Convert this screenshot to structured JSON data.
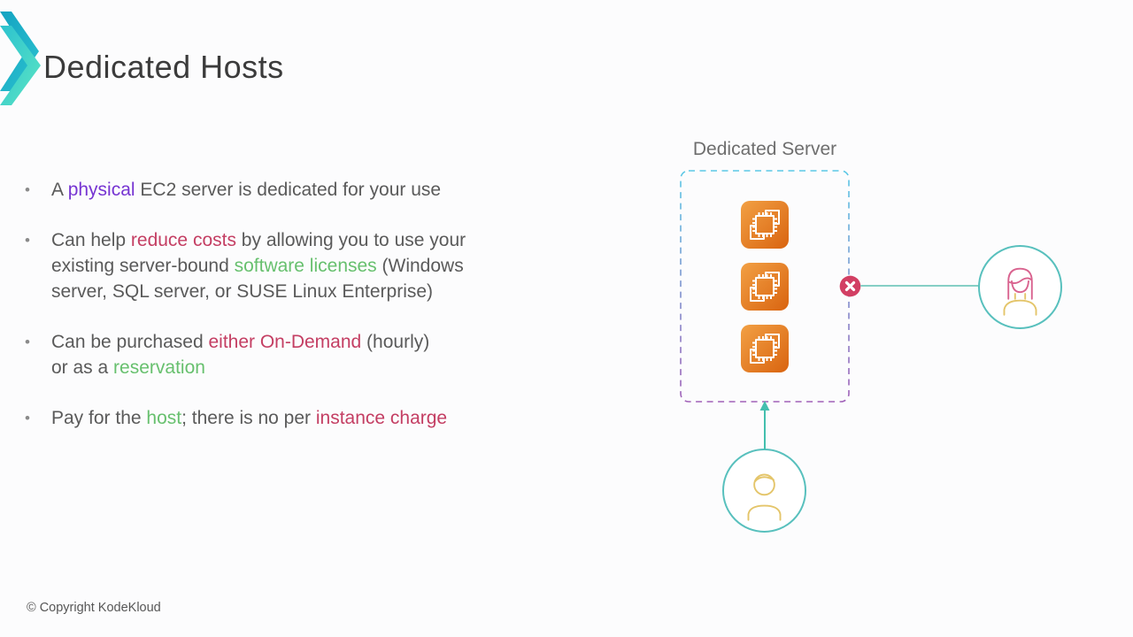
{
  "slide": {
    "title": "Dedicated Hosts",
    "footer": "© Copyright KodeKloud",
    "bullet_marker": "•"
  },
  "bullets": [
    [
      {
        "t": "A "
      },
      {
        "t": "physical",
        "c": "purple"
      },
      {
        "t": " EC2 server is dedicated for your use"
      }
    ],
    [
      {
        "t": "Can help "
      },
      {
        "t": "reduce costs",
        "c": "red"
      },
      {
        "t": " by allowing you to use your\nexisting server-bound "
      },
      {
        "t": "software licenses",
        "c": "green"
      },
      {
        "t": " (Windows\nserver, SQL server, or SUSE Linux Enterprise)"
      }
    ],
    [
      {
        "t": "Can be purchased "
      },
      {
        "t": "either On-Demand",
        "c": "red"
      },
      {
        "t": " (hourly)\nor as a "
      },
      {
        "t": "reservation",
        "c": "green"
      }
    ],
    [
      {
        "t": "Pay for the "
      },
      {
        "t": "host",
        "c": "green"
      },
      {
        "t": "; there is no per "
      },
      {
        "t": "instance charge",
        "c": "red"
      }
    ]
  ],
  "diagram": {
    "label": "Dedicated Server",
    "instance_count": 3,
    "icons": [
      "ec2-instance-icon",
      "deny-x-icon",
      "female-user-icon",
      "male-user-icon",
      "up-arrow-icon"
    ]
  },
  "colors": {
    "title-text": "#3b3b3b",
    "body-text": "#5a5a5a",
    "label-text": "#6e6e6e",
    "accent-purple": "#7634d2",
    "accent-red": "#c43e63",
    "accent-green": "#67c06e",
    "teal": "#58c0bd",
    "teal-line": "#85cfc5",
    "arrow-teal": "#43bfae",
    "dash-top": "#5bc8e6",
    "dash-bottom": "#a060b8",
    "orange-1": "#f2a044",
    "orange-2": "#d96410",
    "deny-red": "#d23f63",
    "pink": "#d9638f",
    "yellow": "#e4c56a",
    "logo-teal-dark": "#13a3c2",
    "logo-teal-light": "#5ce5c3"
  }
}
